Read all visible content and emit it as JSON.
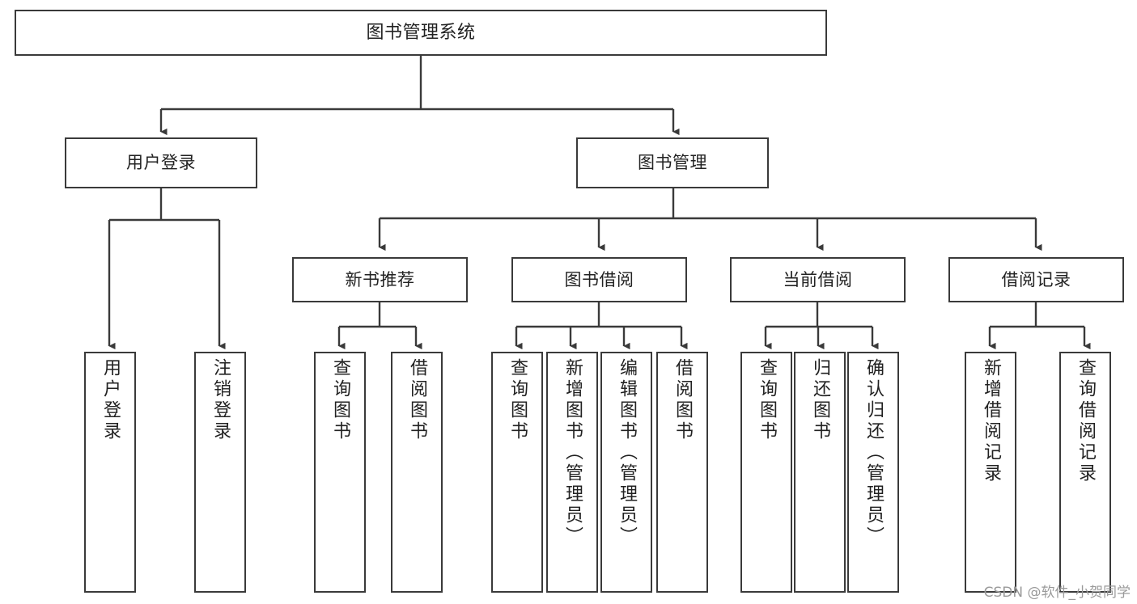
{
  "diagram": {
    "title": "图书管理系统",
    "style": {
      "background": "#ffffff",
      "box_border": "#3a3a3a",
      "text_color": "#222222",
      "edge_color": "#3a3a3a",
      "watermark_color": "#9a9a9a"
    },
    "root": {
      "label": "图书管理系统"
    },
    "level1": [
      {
        "label": "用户登录"
      },
      {
        "label": "图书管理"
      }
    ],
    "level2": [
      {
        "label": "新书推荐"
      },
      {
        "label": "图书借阅"
      },
      {
        "label": "当前借阅"
      },
      {
        "label": "借阅记录"
      }
    ],
    "leaves": [
      {
        "label": "用户登录"
      },
      {
        "label": "注销登录"
      },
      {
        "label": "查询图书"
      },
      {
        "label": "借阅图书"
      },
      {
        "label": "查询图书"
      },
      {
        "label": "新增图书（管理员）"
      },
      {
        "label": "编辑图书（管理员）"
      },
      {
        "label": "借阅图书"
      },
      {
        "label": "查询图书"
      },
      {
        "label": "归还图书"
      },
      {
        "label": "确认归还（管理员）"
      },
      {
        "label": "新增借阅记录"
      },
      {
        "label": "查询借阅记录"
      }
    ]
  },
  "watermark": {
    "text": "CSDN @软件_小贺同学"
  }
}
